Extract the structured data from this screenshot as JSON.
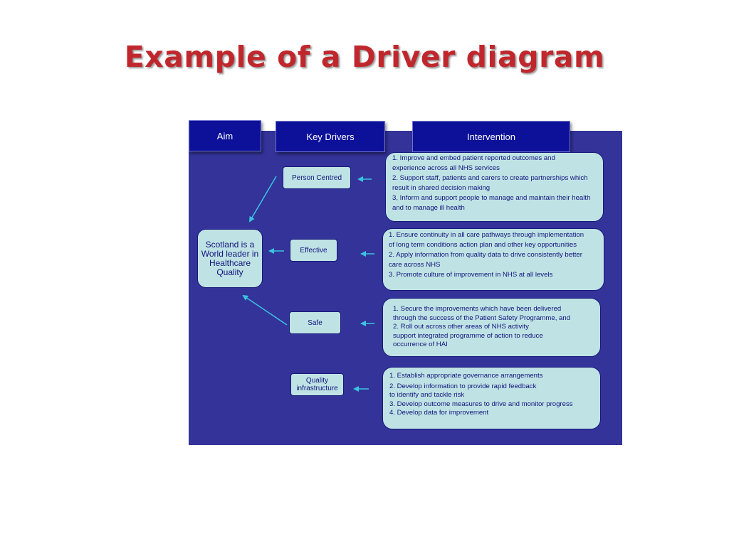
{
  "title": "Example of a Driver diagram",
  "headers": {
    "aim": "Aim",
    "key_drivers": "Key Drivers",
    "intervention": "Intervention"
  },
  "aim": {
    "lines": [
      "Scotland is a",
      "World leader  in",
      "Healthcare",
      "Quality"
    ]
  },
  "drivers": {
    "person_centred": "Person  Centred",
    "effective": "Effective",
    "safe": "Safe",
    "quality_infrastructure": [
      "Quality",
      "infrastructure"
    ]
  },
  "interventions": {
    "person_centred": [
      "1. Improve and embed patient reported outcomes and",
      "experience across all NHS services",
      "2. Support staff, patients and carers to create partnerships which",
      " result in shared decision making",
      "3, Inform and support people to manage and maintain their health",
      "and to manage ill health"
    ],
    "effective": [
      "1. Ensure continuity in all care pathways through implementation",
      "of long term conditions action plan and other key opportunities",
      "2. Apply information from quality data to drive consistently better",
      "care across NHS",
      "3. Promote culture of improvement in NHS at all levels"
    ],
    "safe": [
      "1. Secure the improvements which have been delivered",
      "through the success of the Patient Safety Programme, and",
      "2. Roll out across other areas of NHS activity",
      "support integrated programme of action to reduce",
      "occurrence of HAI"
    ],
    "quality_infrastructure": [
      "1. Establish appropriate governance arrangements",
      "2. Develop information to provide rapid feedback",
      "to identify and tackle risk",
      "3. Develop outcome measures to drive and monitor progress",
      "4. Develop data for improvement"
    ]
  },
  "colors": {
    "title": "#c0272d",
    "panel": "#333399",
    "header": "#0d1199",
    "box_fill": "#bfe3e4",
    "box_text": "#10137d",
    "arrow": "#39c5e0"
  }
}
